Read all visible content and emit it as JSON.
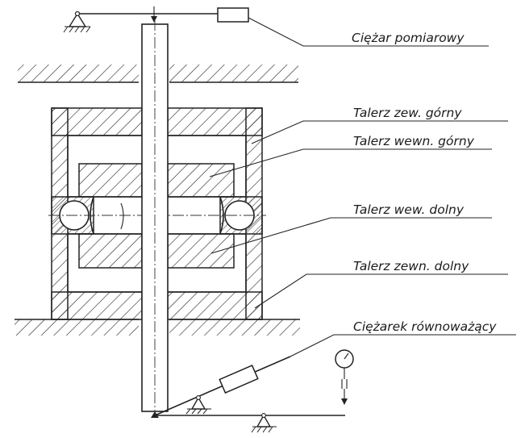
{
  "labels": {
    "measuring_weight": "Ciężar pomiarowy",
    "outer_upper_plate": "Talerz zew. górny",
    "inner_upper_plate": "Talerz wewn. górny",
    "inner_lower_plate": "Talerz wew. dolny",
    "outer_lower_plate": "Talerz zewn. dolny",
    "balancing_weight": "Ciężarek równoważący"
  }
}
